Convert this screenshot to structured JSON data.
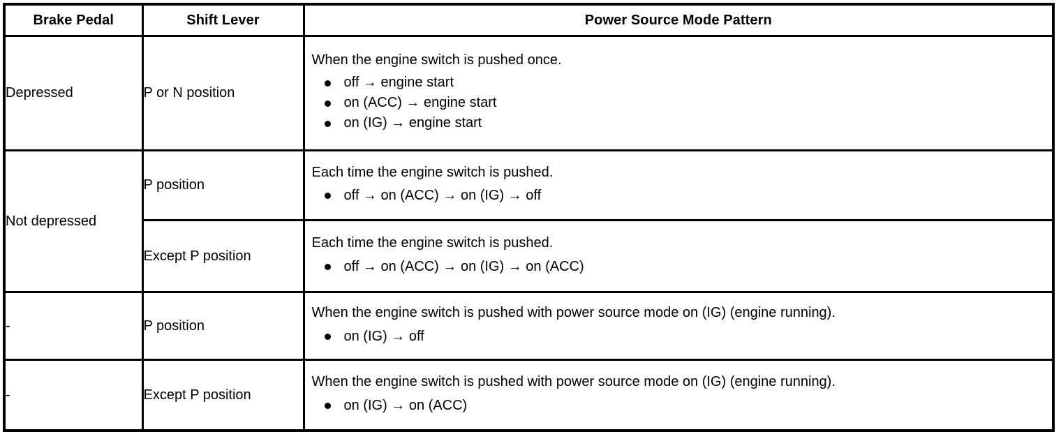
{
  "table": {
    "headers": [
      {
        "id": "brake-pedal",
        "label": "Brake Pedal"
      },
      {
        "id": "shift-lever",
        "label": "Shift Lever"
      },
      {
        "id": "power-source-mode-pattern",
        "label": "Power Source Mode Pattern"
      }
    ],
    "rows": [
      {
        "brake_pedal": "Depressed",
        "shift_lever": "P or N position",
        "lead": "When the engine switch is pushed once.",
        "items": [
          "off → engine start",
          "on (ACC) → engine start",
          "on (IG) → engine start"
        ]
      },
      {
        "brake_pedal": "Not depressed",
        "shift_lever": "P position",
        "lead": "Each time the engine switch is pushed.",
        "items": [
          "off → on (ACC) → on (IG) → off"
        ]
      },
      {
        "brake_pedal": "",
        "shift_lever": "Except P position",
        "lead": "Each time the engine switch is pushed.",
        "items": [
          "off → on (ACC) → on (IG) → on (ACC)"
        ]
      },
      {
        "brake_pedal": "-",
        "shift_lever": "P position",
        "lead": "When the engine switch is pushed with power source mode on (IG) (engine running).",
        "items": [
          "on (IG) → off"
        ]
      },
      {
        "brake_pedal": "-",
        "shift_lever": "Except P position",
        "lead": "When the engine switch is pushed with power source mode on (IG) (engine running).",
        "items": [
          "on (IG) → on (ACC)"
        ]
      }
    ]
  },
  "colors": {
    "border": "#000000",
    "text": "#000000",
    "background": "#ffffff"
  }
}
